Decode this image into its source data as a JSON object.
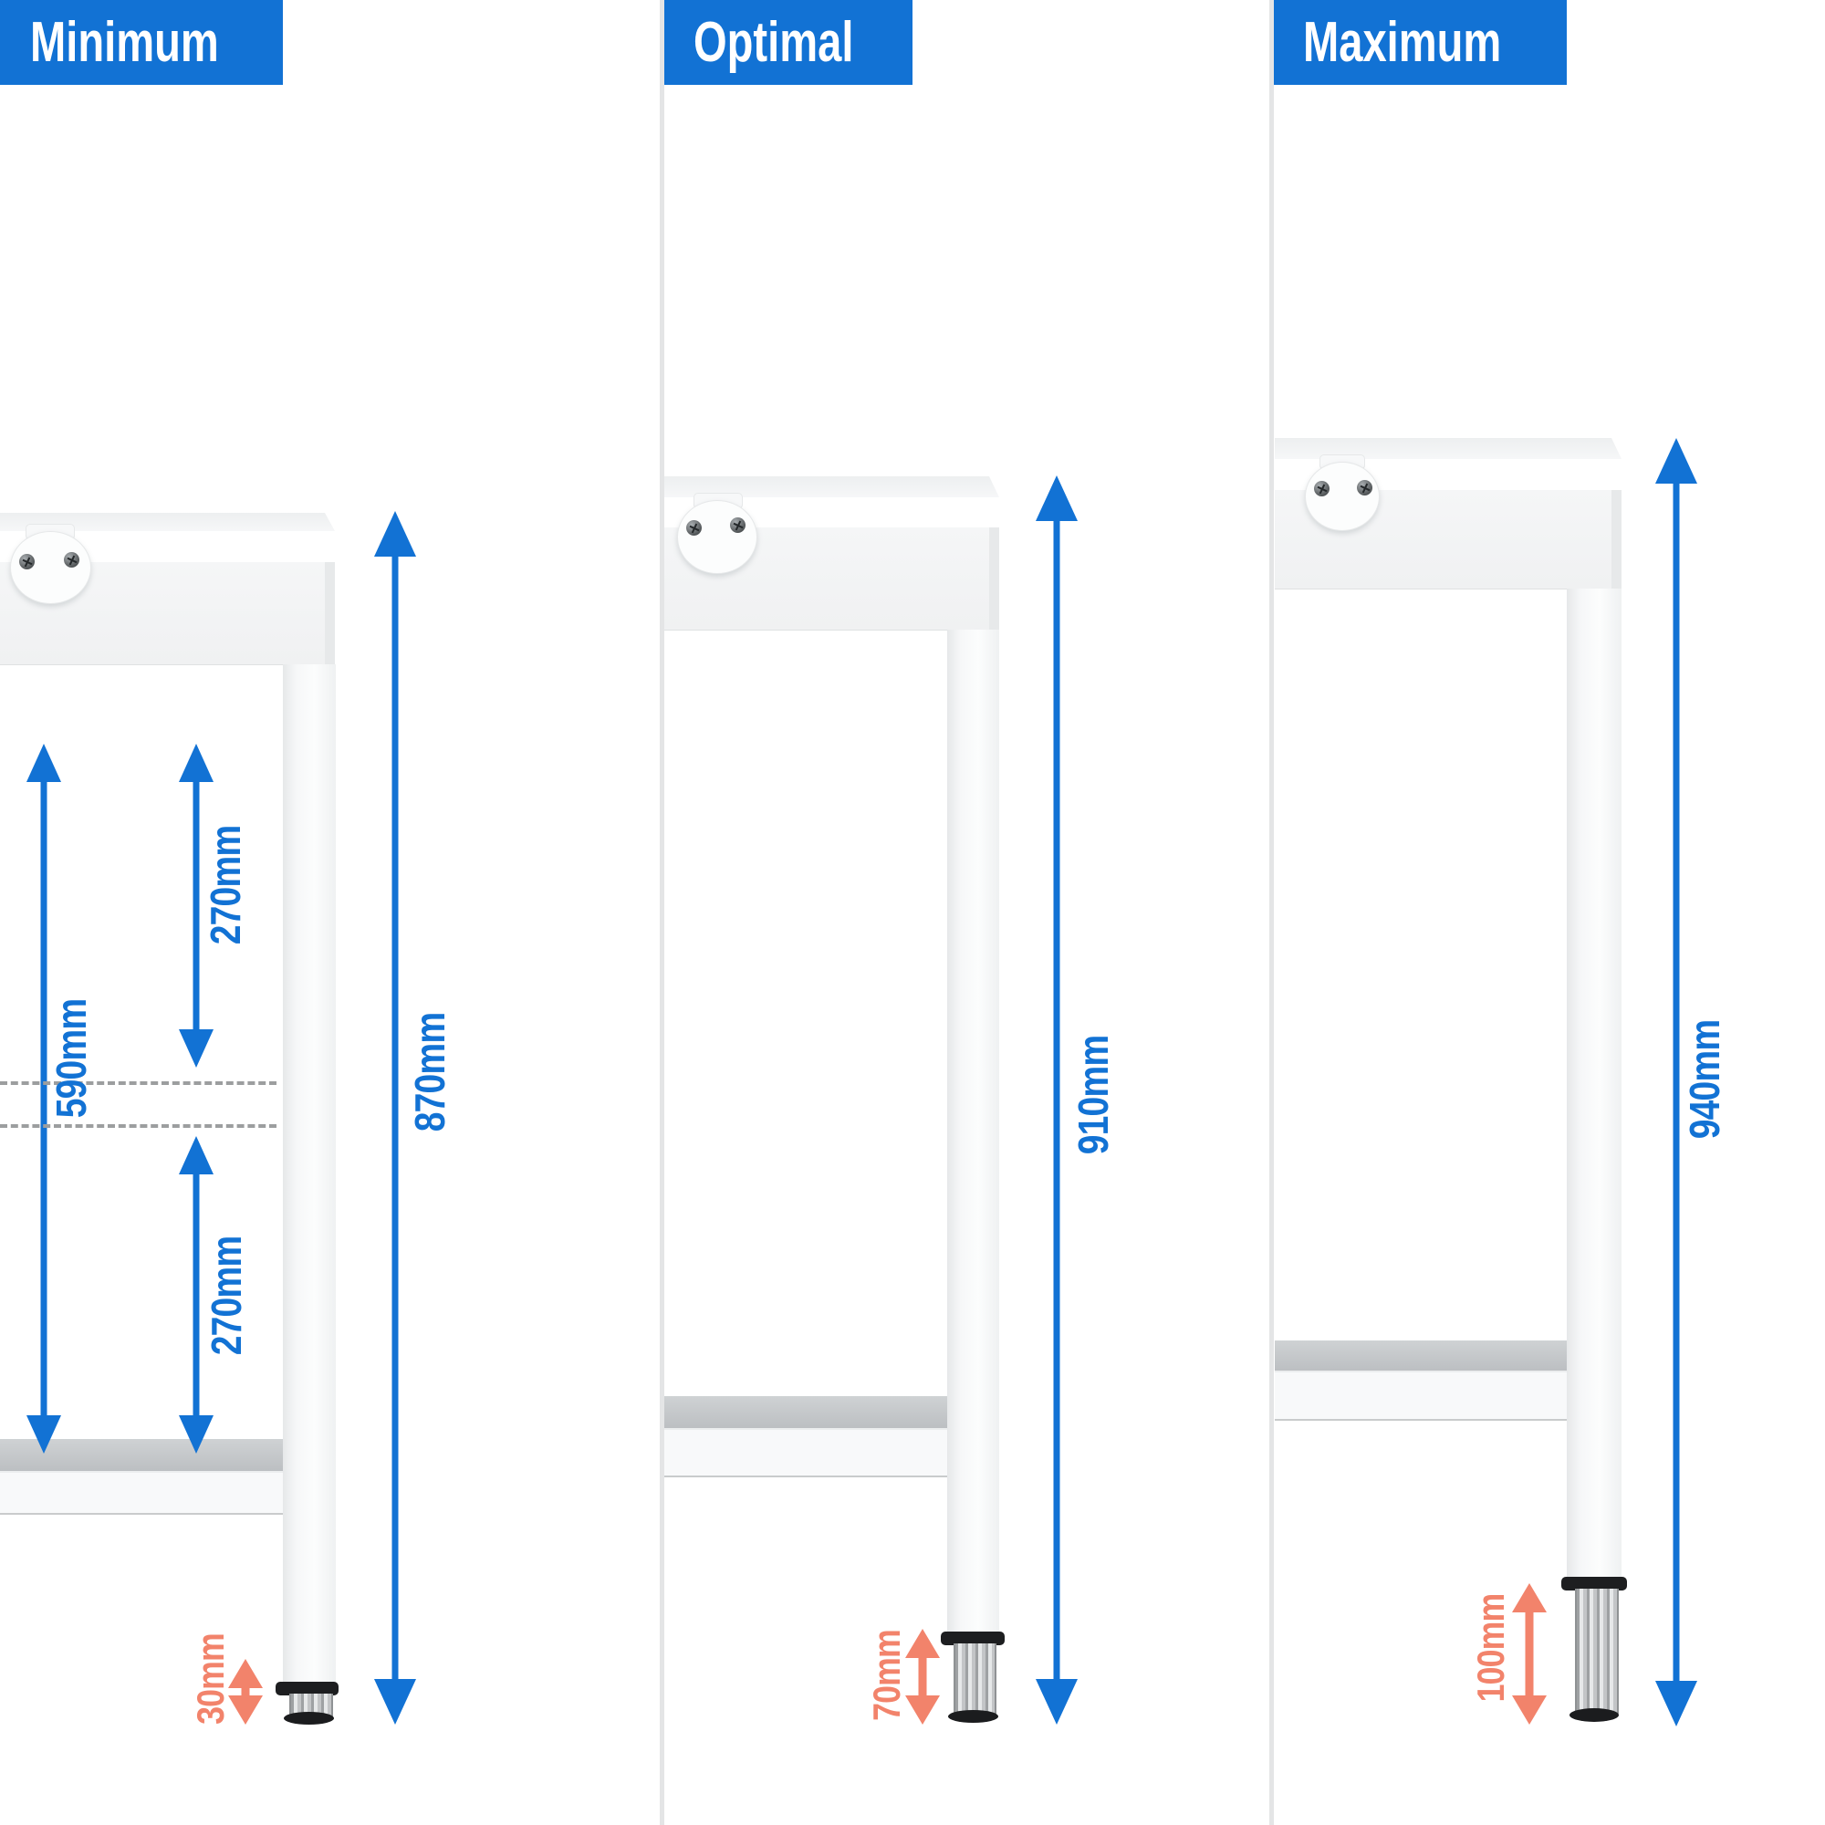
{
  "panels": [
    {
      "label": "Minimum",
      "dimensions": {
        "total_height": "870mm",
        "upper_span": "270mm",
        "inner_span": "590mm",
        "lower_span": "270mm",
        "foot_adjust": "30mm"
      }
    },
    {
      "label": "Optimal",
      "dimensions": {
        "total_height": "910mm",
        "foot_adjust": "70mm"
      }
    },
    {
      "label": "Maximum",
      "dimensions": {
        "total_height": "940mm",
        "foot_adjust": "100mm"
      }
    }
  ],
  "colors": {
    "accent_blue": "#1272d4",
    "accent_orange": "#f2836b",
    "badge_text": "#ffffff"
  }
}
